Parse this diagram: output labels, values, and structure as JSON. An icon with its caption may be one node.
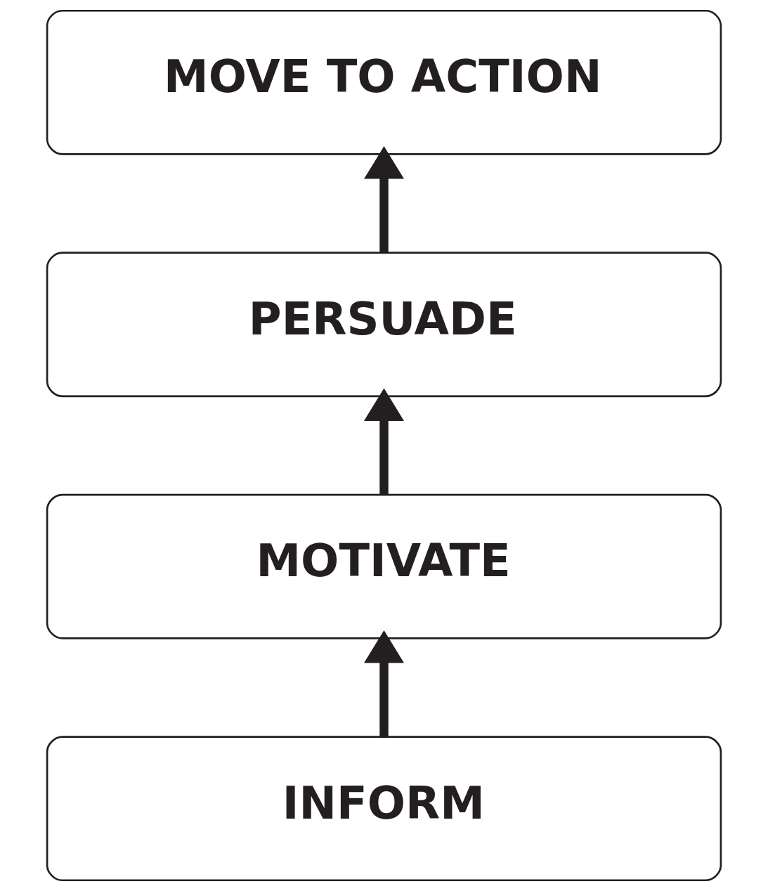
{
  "diagram": {
    "nodes": [
      {
        "text": [
          "MOVE TO ACTION"
        ]
      },
      {
        "text": [
          "PERSUADE"
        ]
      },
      {
        "text": [
          "MOTIVATE"
        ]
      },
      {
        "text": [
          "INFORM"
        ]
      }
    ],
    "edges": [
      {
        "from": 3,
        "to": 2,
        "arrow": "to"
      },
      {
        "from": 2,
        "to": 1,
        "arrow": "to"
      },
      {
        "from": 1,
        "to": 0,
        "arrow": "to"
      }
    ]
  }
}
